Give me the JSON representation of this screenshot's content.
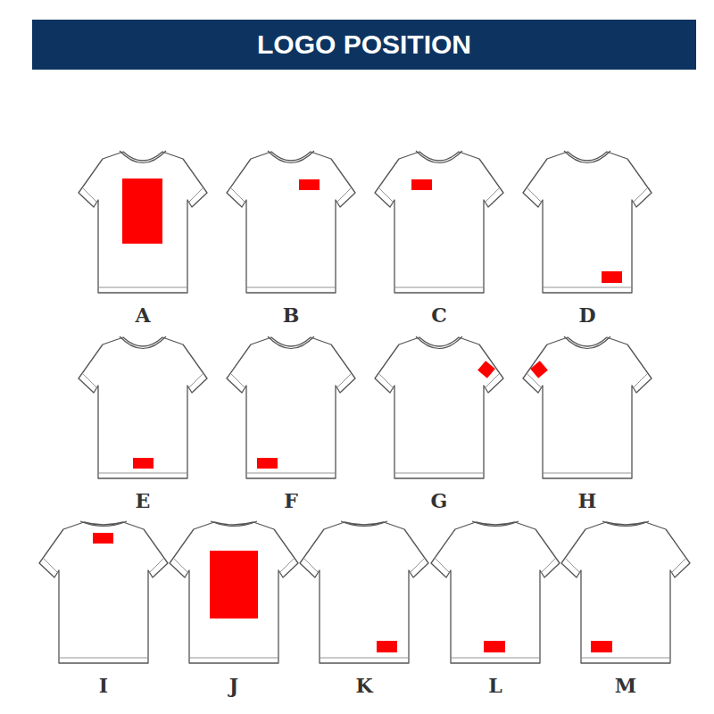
{
  "diagram": {
    "title": "LOGO POSITION",
    "labels": [
      "A",
      "B",
      "C",
      "D",
      "E",
      "F",
      "G",
      "H",
      "I",
      "J",
      "K",
      "L",
      "M"
    ]
  }
}
